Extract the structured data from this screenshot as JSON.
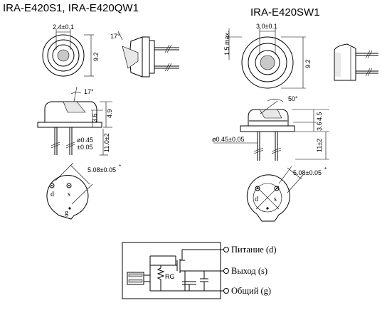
{
  "titles": {
    "left": "IRA-E420S1, IRA-E420QW1",
    "right": "IRA-E420SW1"
  },
  "left_top": {
    "diameter_label": "2.4±0.1",
    "height_label": "9.2",
    "angle_label": "17°"
  },
  "left_mid": {
    "angle_label": "17°",
    "dim_a": "3.6",
    "dim_b": "4.9",
    "pin_diam_a": "ø0.45",
    "pin_diam_b": "±0.05",
    "lead_len": "11.0±2"
  },
  "left_bottom": {
    "pitch_label": "5.08±0.05",
    "pitch_mark": "*",
    "pin_d": "d",
    "pin_s": "s",
    "pin_g": "g"
  },
  "right_top": {
    "diameter_label": "3.0±0.1",
    "max_label": "1.5 max.",
    "height_label": "9.2"
  },
  "right_mid": {
    "angle_label": "50°",
    "dim_a": "4.5",
    "dim_b": "3.6",
    "pin_diam": "ø0.45±0.05",
    "lead_len": "11±2"
  },
  "right_bottom": {
    "pitch_label": "5.08±0.05",
    "pitch_mark": "*",
    "pin_d": "d",
    "pin_s": "s"
  },
  "circuit": {
    "rg_label": "RG",
    "pins": [
      {
        "label": "Питание (d)"
      },
      {
        "label": "Выход (s)"
      },
      {
        "label": "Общий (g)"
      }
    ]
  }
}
